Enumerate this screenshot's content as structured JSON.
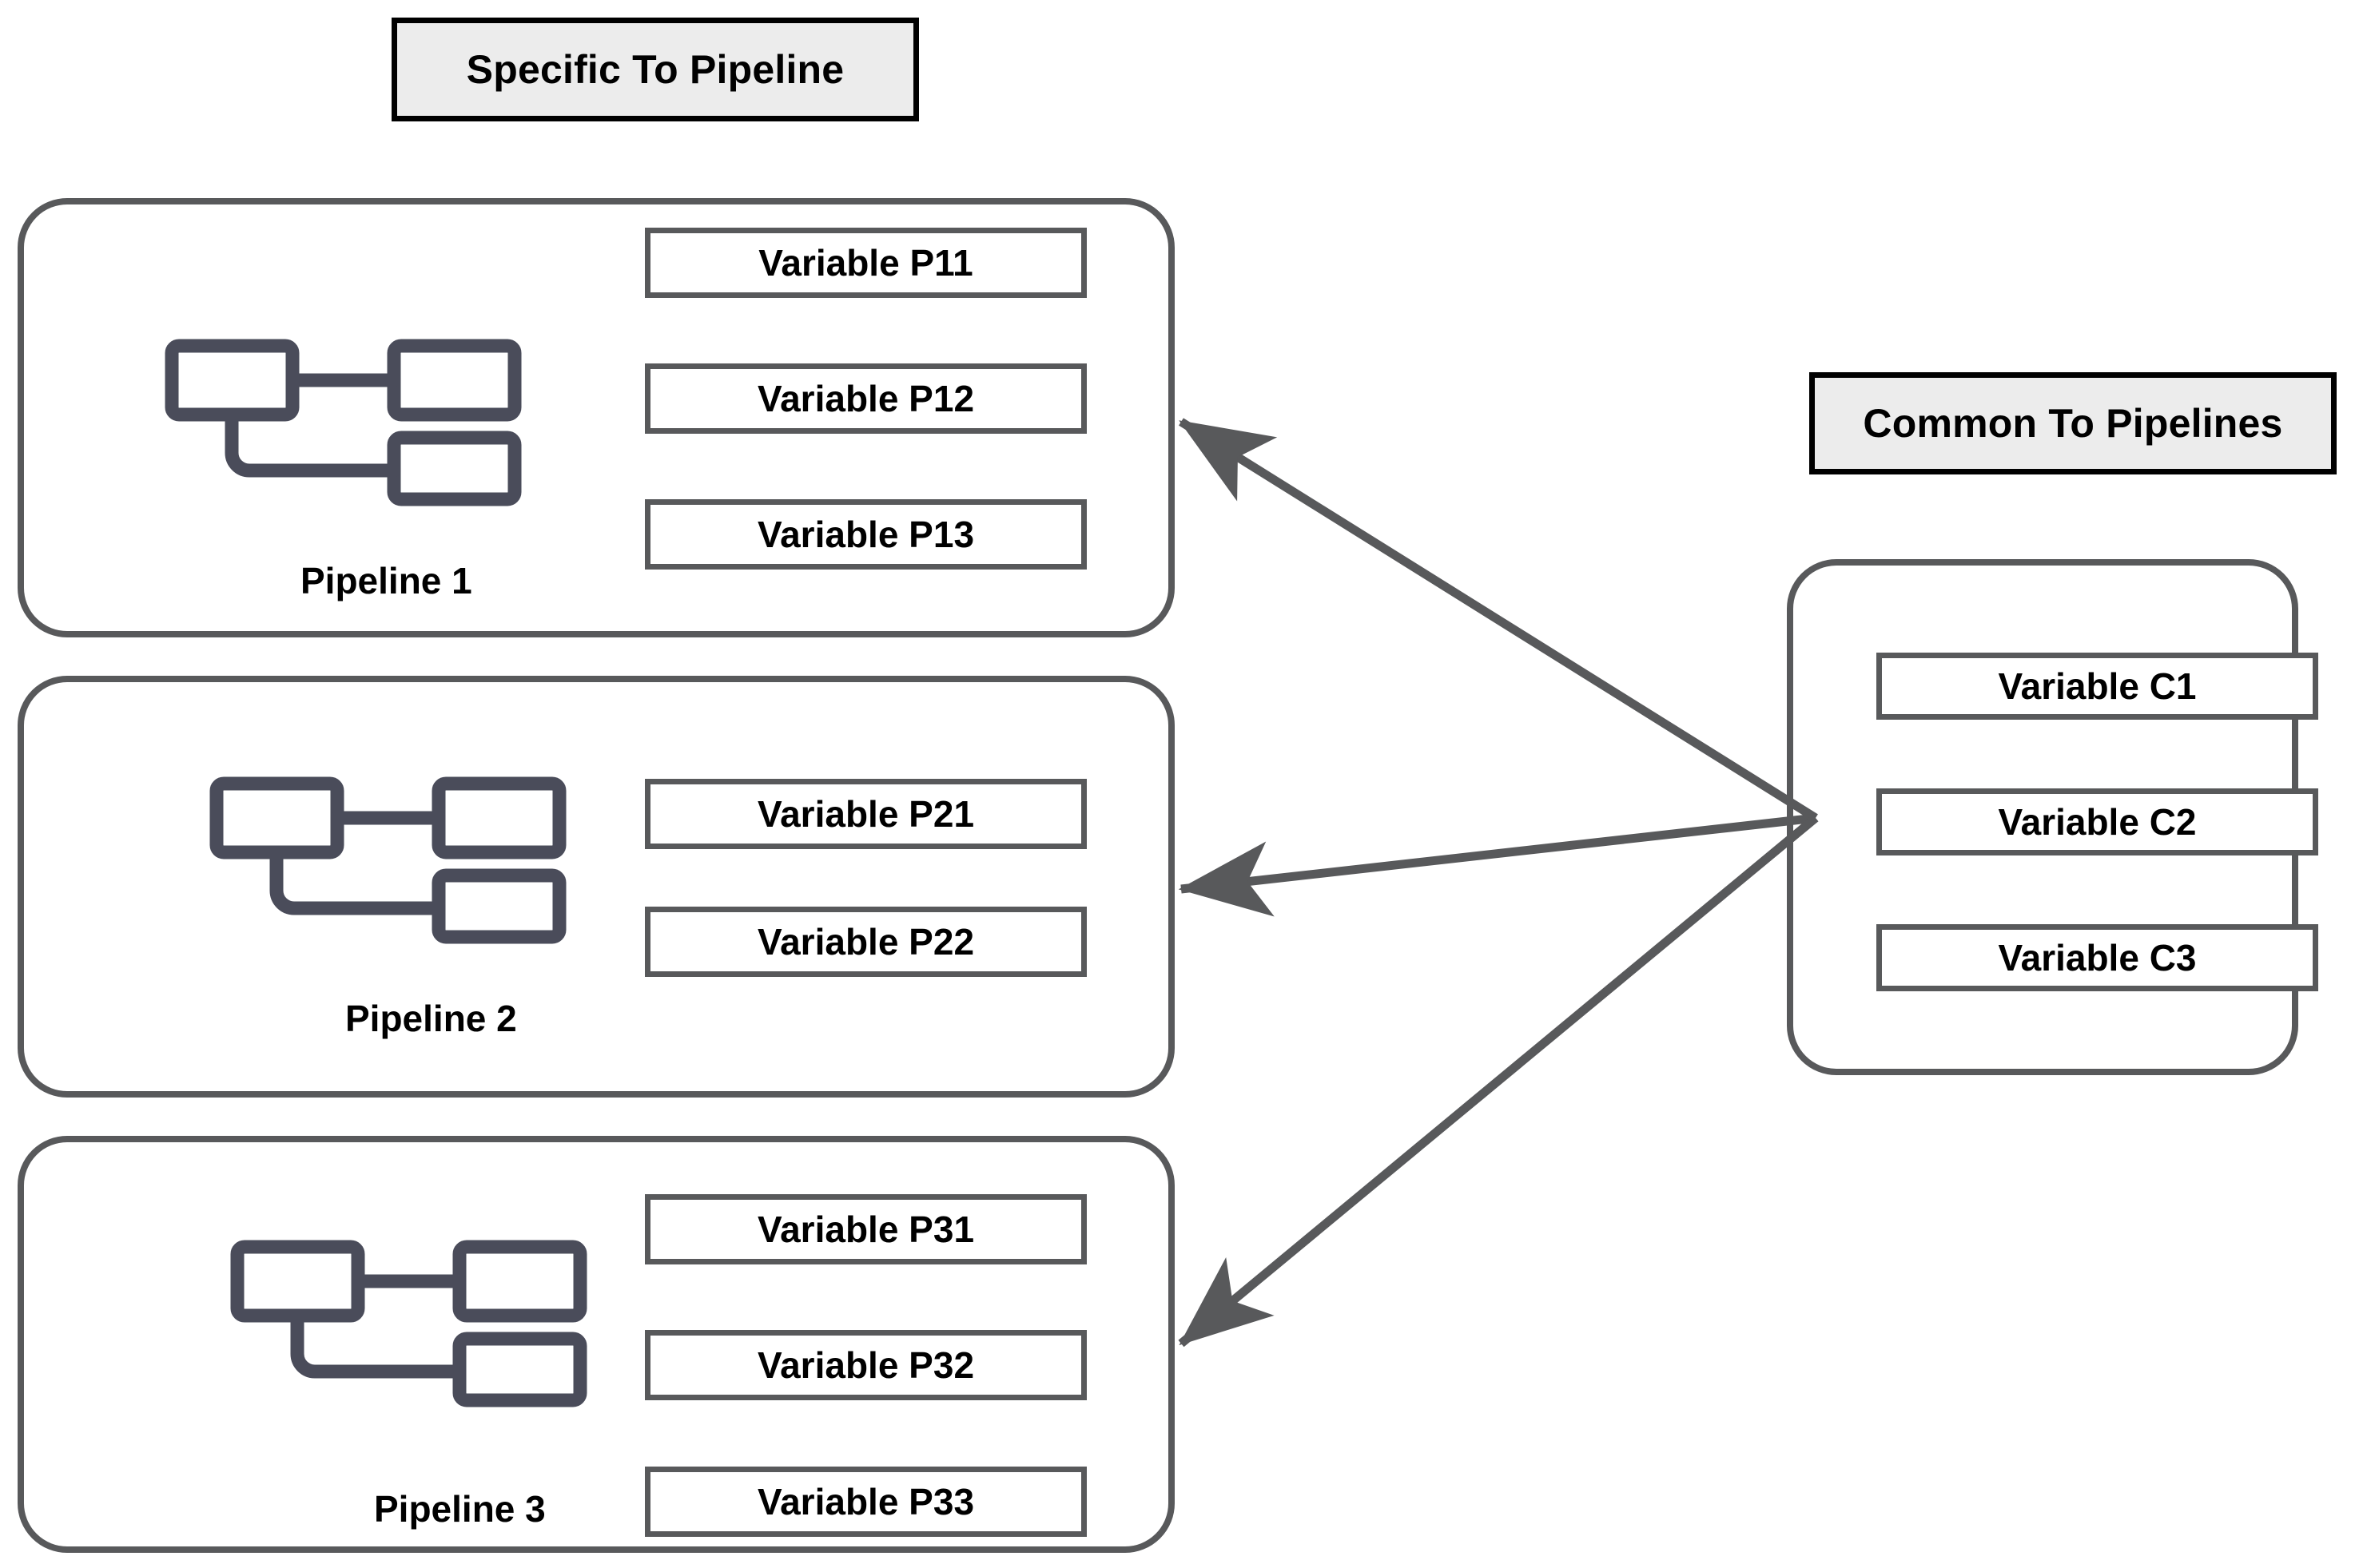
{
  "legend": {
    "specific_title": "Specific To Pipeline",
    "common_title": "Common To Pipelines"
  },
  "pipelines": [
    {
      "label": "Pipeline 1",
      "icon": "pipeline-flow-icon",
      "variables": [
        "Variable P11",
        "Variable P12",
        "Variable P13"
      ]
    },
    {
      "label": "Pipeline 2",
      "icon": "pipeline-flow-icon",
      "variables": [
        "Variable P21",
        "Variable P22"
      ]
    },
    {
      "label": "Pipeline 3",
      "icon": "pipeline-flow-icon",
      "variables": [
        "Variable P31",
        "Variable P32",
        "Variable P33"
      ]
    }
  ],
  "common": {
    "variables": [
      "Variable C1",
      "Variable C2",
      "Variable C3"
    ]
  },
  "arrows": [
    {
      "name": "arrow-common-to-pipeline-1",
      "from": "common-variables-panel",
      "to": "pipeline-group-1"
    },
    {
      "name": "arrow-common-to-pipeline-2",
      "from": "common-variables-panel",
      "to": "pipeline-group-2"
    },
    {
      "name": "arrow-common-to-pipeline-3",
      "from": "common-variables-panel",
      "to": "pipeline-group-3"
    }
  ],
  "colors": {
    "outline_gray": "#58595b",
    "icon_slate": "#4a4c5a",
    "legend_fill": "#ececec",
    "legend_border": "#000000",
    "arrow": "#58595b",
    "text": "#000000",
    "background": "#ffffff"
  }
}
